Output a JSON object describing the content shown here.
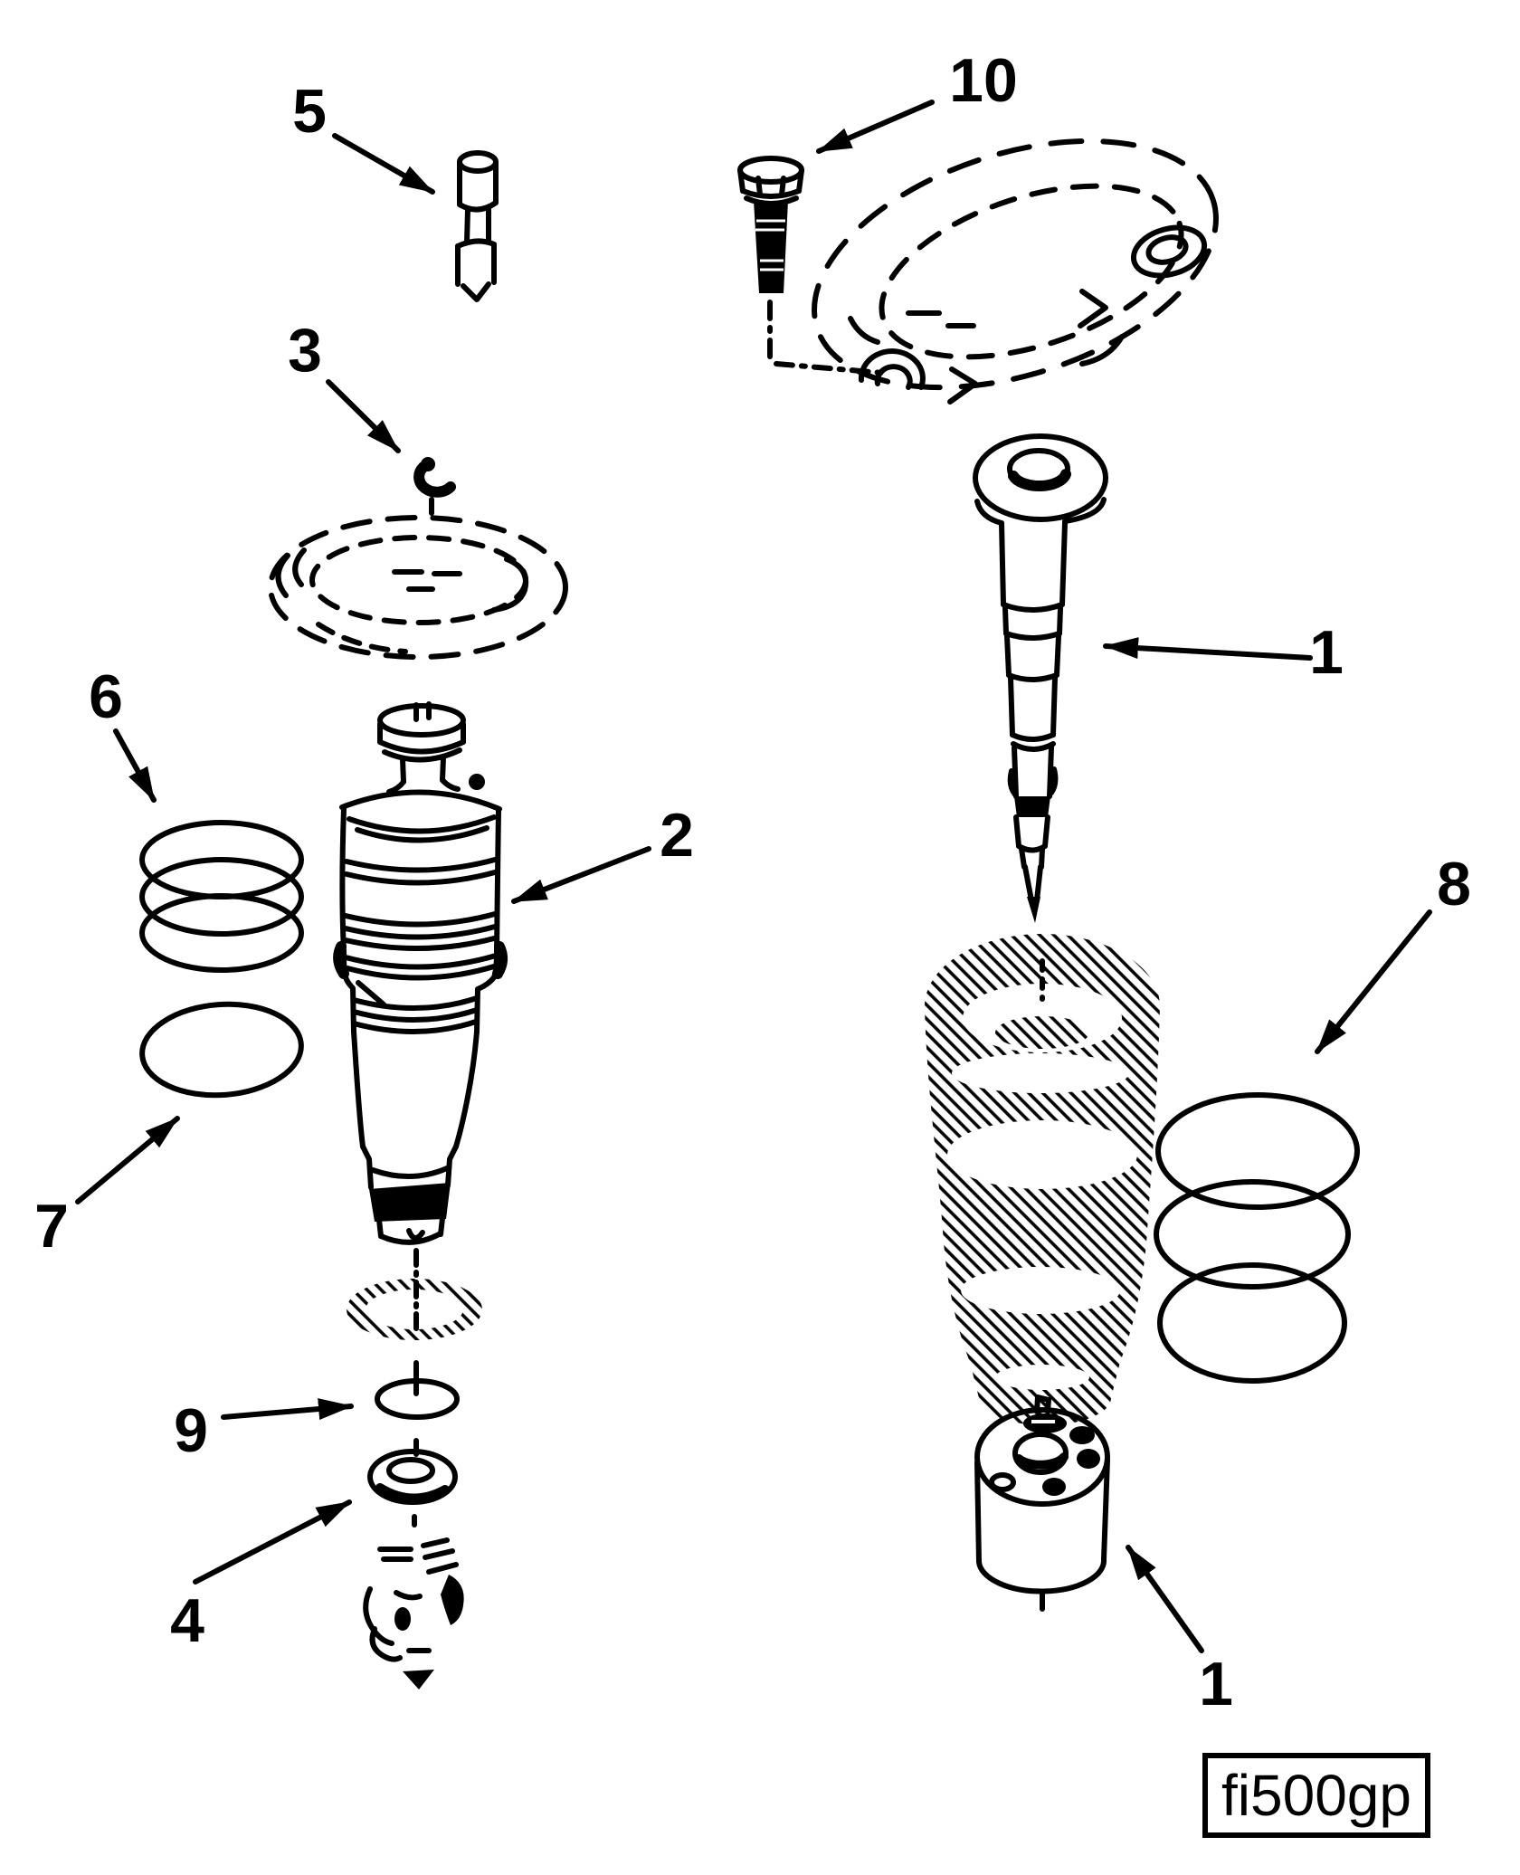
{
  "figure": {
    "code": "fi500gp"
  },
  "colors": {
    "ink": "#000000",
    "paper": "#ffffff"
  },
  "callouts": {
    "n5": "5",
    "n3": "3",
    "n6": "6",
    "n7": "7",
    "n2": "2",
    "n9": "9",
    "n4": "4",
    "n10": "10",
    "n1_upper": "1",
    "n8": "8",
    "n1_lower": "1"
  }
}
